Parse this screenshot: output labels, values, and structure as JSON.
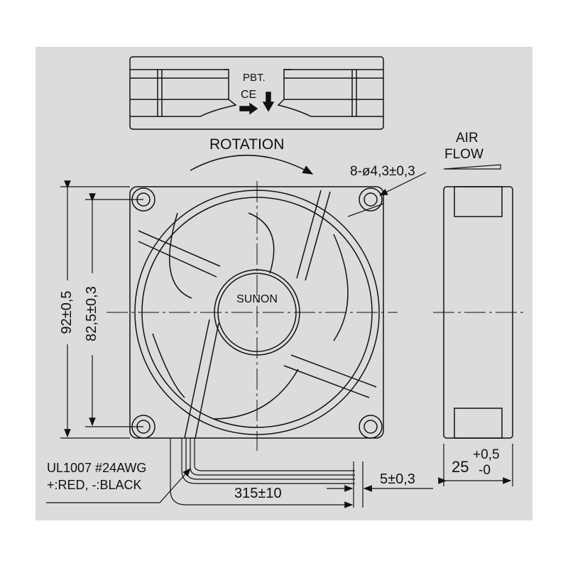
{
  "top_view": {
    "material": "PBT.",
    "mark": "CE"
  },
  "rotation_label": "ROTATION",
  "airflow_label": [
    "AIR",
    "FLOW"
  ],
  "hub_brand": "SUNON",
  "dimensions": {
    "holes": "8-ø4,3±0,3",
    "outer_size": "92±0,5",
    "hole_pitch": "82,5±0,3",
    "depth_base": "25",
    "depth_plus": "+0,5",
    "depth_minus": "-0",
    "lead_length": "315±10",
    "strip_length": "5±0,3"
  },
  "wire_spec": [
    "UL1007 #24AWG",
    "+:RED, -:BLACK"
  ],
  "colors": {
    "background": "#dcdcdc",
    "line": "#111111"
  }
}
